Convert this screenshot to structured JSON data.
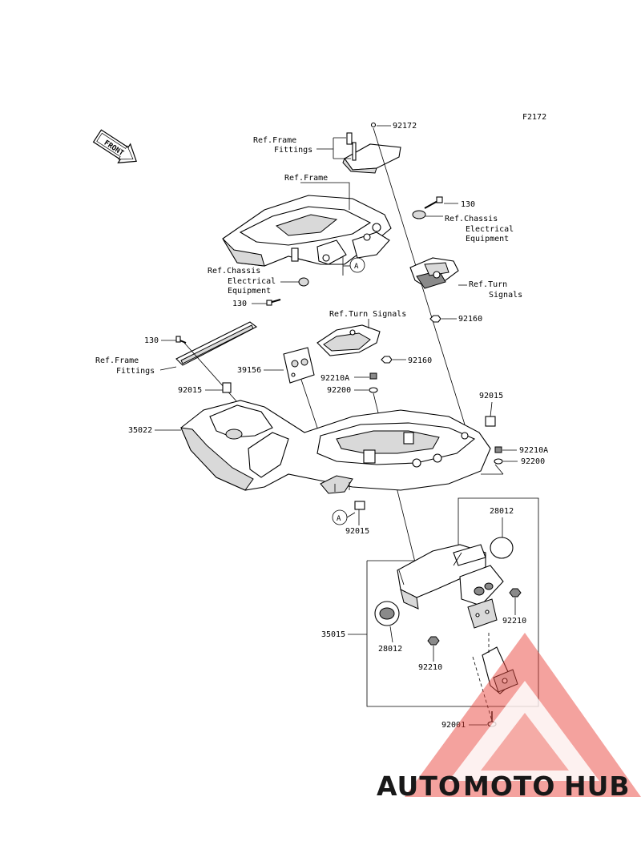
{
  "figure_id": "F2172",
  "front_label": "FRONT",
  "callout_letter": "A",
  "labels": {
    "p92172": "92172",
    "ref_frame_fittings_1": "Ref.Frame",
    "ref_frame_fittings_2": "Fittings",
    "ref_frame": "Ref.Frame",
    "p130_a": "130",
    "ref_chassis_a_1": "Ref.Chassis",
    "ref_chassis_a_2": "Electrical",
    "ref_chassis_a_3": "Equipment",
    "ref_turn_a_1": "Ref.Turn",
    "ref_turn_a_2": "Signals",
    "ref_chassis_b_1": "Ref.Chassis",
    "ref_chassis_b_2": "Electrical",
    "ref_chassis_b_3": "Equipment",
    "p130_b": "130",
    "ref_turn_b": "Ref.Turn Signals",
    "p92160_a": "92160",
    "p130_c": "130",
    "ref_frame_fittings_b1": "Ref.Frame",
    "ref_frame_fittings_b2": "Fittings",
    "p39156": "39156",
    "p92160_b": "92160",
    "p92210A_a": "92210A",
    "p92200_a": "92200",
    "p92015_a": "92015",
    "p92015_b": "92015",
    "p35022": "35022",
    "p92210A_b": "92210A",
    "p92200_b": "92200",
    "p92015_c": "92015",
    "p28012_a": "28012",
    "p35015": "35015",
    "p92210_a": "92210",
    "p28012_b": "28012",
    "p92210_b": "92210",
    "p92001": "92001"
  },
  "watermark": {
    "part1": "AUTO",
    "part2": "MOTO",
    "part3": "HUB",
    "colors": {
      "orange": "#f5b04a",
      "red": "#e8443a",
      "dark": "#4a4a4a",
      "triangle": "#e8443a"
    }
  }
}
